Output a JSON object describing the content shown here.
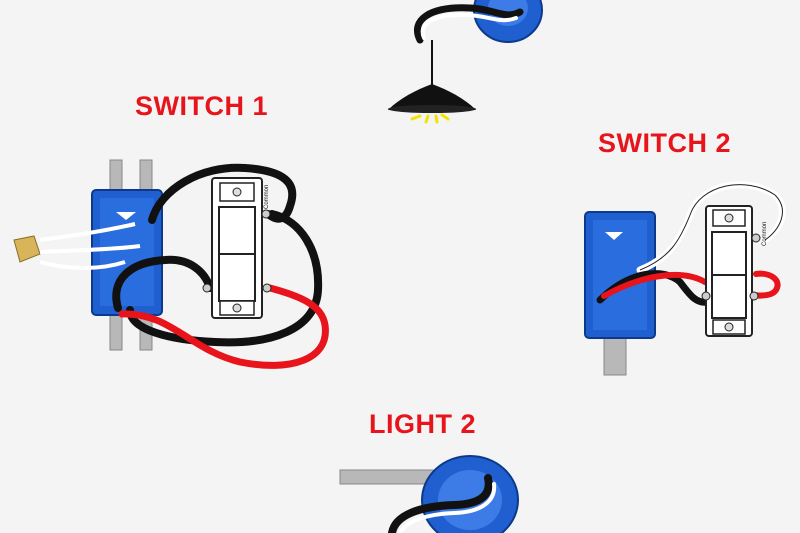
{
  "labels": {
    "switch1": "SWITCH 1",
    "switch2": "SWITCH 2",
    "light2": "LIGHT 2"
  },
  "terminal_labels": {
    "switch1_common": "Common",
    "switch2_common": "Common"
  },
  "colors": {
    "label": "#e8141b",
    "box_blue": "#1f5fd0",
    "wire_black": "#111111",
    "wire_red": "#e8141b",
    "wire_white": "#ffffff",
    "conduit": "#b8b8b8",
    "bulb_glow": "#f2e400"
  },
  "components": [
    "light-fixture",
    "switch-1",
    "switch-2",
    "light-2-box"
  ]
}
